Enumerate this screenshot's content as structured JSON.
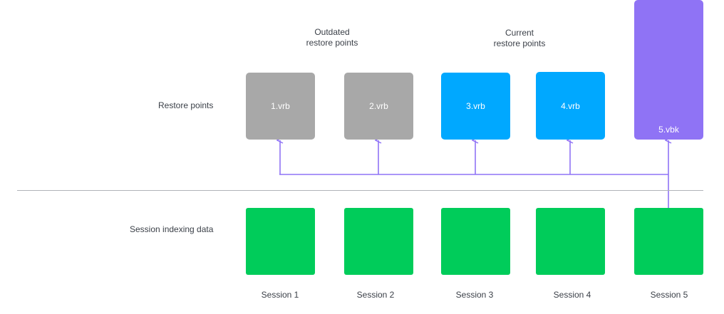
{
  "rows": {
    "restore_points_label": "Restore points",
    "session_indexing_label": "Session indexing data"
  },
  "groups": {
    "outdated": [
      "Outdated",
      "restore points"
    ],
    "current": [
      "Current",
      "restore points"
    ]
  },
  "restore_points": [
    {
      "label": "1.vrb",
      "state": "outdated"
    },
    {
      "label": "2.vrb",
      "state": "outdated"
    },
    {
      "label": "3.vrb",
      "state": "current"
    },
    {
      "label": "4.vrb",
      "state": "current"
    },
    {
      "label": "5.vbk",
      "state": "full"
    }
  ],
  "sessions": [
    {
      "label": "Session 1"
    },
    {
      "label": "Session 2"
    },
    {
      "label": "Session 3"
    },
    {
      "label": "Session 4"
    },
    {
      "label": "Session 5"
    }
  ],
  "colors": {
    "outdated": "#a8a8a8",
    "current": "#00a8ff",
    "full": "#8f73f5",
    "session": "#00cc5a",
    "arrow": "#8f73f5"
  }
}
